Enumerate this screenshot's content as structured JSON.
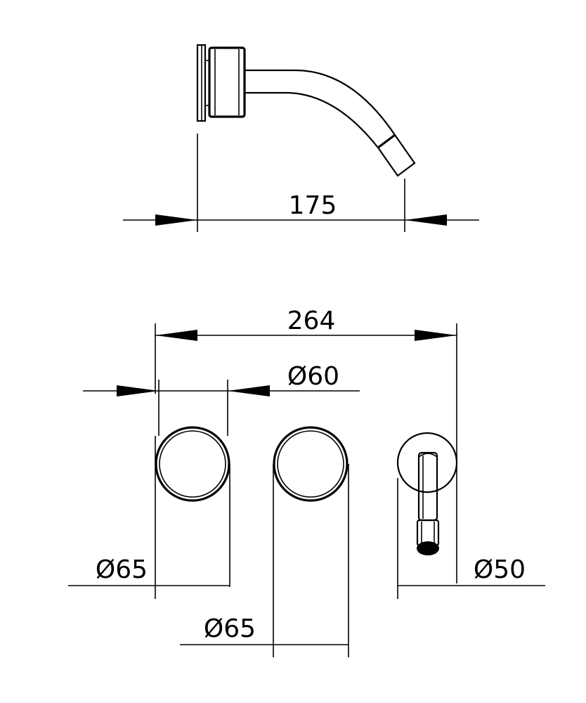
{
  "dimensions": {
    "spout_projection": "175",
    "overall_width": "264",
    "plate_diameter": "Ø60",
    "left_handle_diameter": "Ø65",
    "middle_handle_diameter": "Ø65",
    "spout_plate_diameter": "Ø50"
  },
  "colors": {
    "line": "#000000",
    "background": "#ffffff"
  }
}
